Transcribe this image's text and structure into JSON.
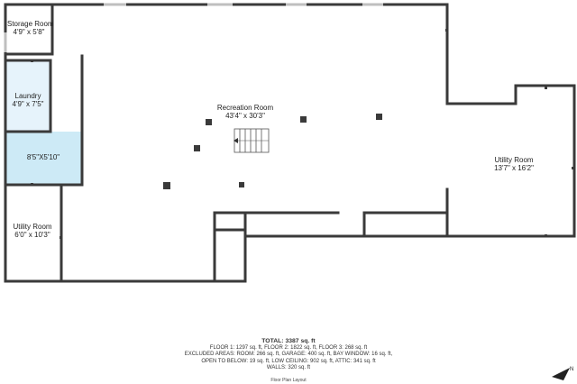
{
  "rooms": {
    "storage": {
      "name": "Storage Room",
      "dims": "4'9\" x 5'8\""
    },
    "laundry": {
      "name": "Laundry",
      "dims": "4'9\" x 7'5\""
    },
    "unnamed": {
      "dims": "8'5\"X5'10\""
    },
    "utility_left": {
      "name": "Utility Room",
      "dims": "6'0\" x 10'3\""
    },
    "recreation": {
      "name": "Recreation Room",
      "dims": "43'4\" x 30'3\""
    },
    "utility_right": {
      "name": "Utility Room",
      "dims": "13'7\" x 16'2\""
    }
  },
  "summary": {
    "total": "TOTAL: 3387 sq. ft",
    "line1": "FLOOR 1: 1297 sq. ft, FLOOR 2: 1822 sq. ft, FLOOR 3: 268 sq. ft",
    "line2": "EXCLUDED AREAS: ROOM: 266 sq. ft, GARAGE: 400 sq. ft, BAY WINDOW: 16 sq. ft,",
    "line3": "OPEN TO BELOW: 19 sq. ft, LOW CEILING: 902 sq. ft, ATTIC: 341 sq. ft",
    "line4": "WALLS: 320 sq. ft"
  },
  "layout_label": "Floor Plan Layout",
  "compass_label": "N",
  "colors": {
    "wall": "#3a3a3a",
    "laundry_fill": "#e6f3fb",
    "blue_room_fill": "#cdeaf6",
    "window": "#bfbfbf"
  }
}
